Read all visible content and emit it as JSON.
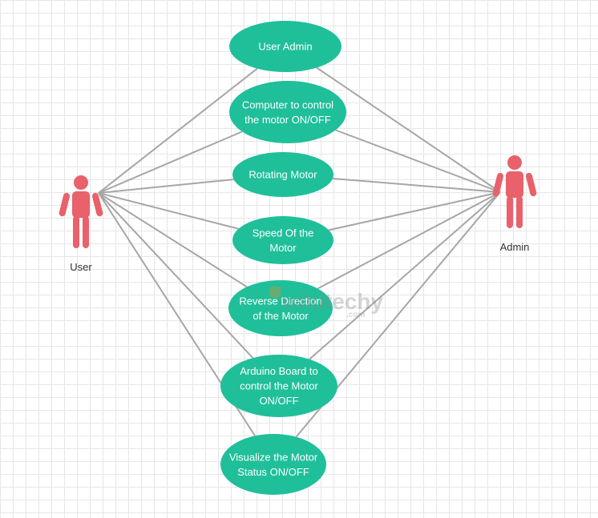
{
  "diagram": {
    "actors": [
      {
        "id": "user",
        "label": "User"
      },
      {
        "id": "admin",
        "label": "Admin"
      }
    ],
    "use_cases": [
      {
        "id": "uc1",
        "lines": [
          "User Admin"
        ]
      },
      {
        "id": "uc2",
        "lines": [
          "Computer to control",
          "the motor ON/OFF"
        ]
      },
      {
        "id": "uc3",
        "lines": [
          "Rotating Motor"
        ]
      },
      {
        "id": "uc4",
        "lines": [
          "Speed Of the",
          "Motor"
        ]
      },
      {
        "id": "uc5",
        "lines": [
          "Reverse Direction",
          "of the Motor"
        ]
      },
      {
        "id": "uc6",
        "lines": [
          "Arduino Board to",
          "control the Motor",
          "ON/OFF"
        ]
      },
      {
        "id": "uc7",
        "lines": [
          "Visualize the Motor",
          "Status ON/OFF"
        ]
      }
    ],
    "associations": [
      {
        "actor": "user",
        "use_case": "uc1"
      },
      {
        "actor": "user",
        "use_case": "uc2"
      },
      {
        "actor": "user",
        "use_case": "uc3"
      },
      {
        "actor": "user",
        "use_case": "uc4"
      },
      {
        "actor": "user",
        "use_case": "uc5"
      },
      {
        "actor": "user",
        "use_case": "uc6"
      },
      {
        "actor": "user",
        "use_case": "uc7"
      },
      {
        "actor": "admin",
        "use_case": "uc1"
      },
      {
        "actor": "admin",
        "use_case": "uc2"
      },
      {
        "actor": "admin",
        "use_case": "uc3"
      },
      {
        "actor": "admin",
        "use_case": "uc4"
      },
      {
        "actor": "admin",
        "use_case": "uc5"
      },
      {
        "actor": "admin",
        "use_case": "uc6"
      },
      {
        "actor": "admin",
        "use_case": "uc7"
      }
    ]
  },
  "watermark": {
    "brand": "wikitechy",
    "suffix": ".com"
  },
  "colors": {
    "use_case_fill": "#1fbf9a",
    "actor_fill": "#e8616b",
    "line": "#a6a6a6",
    "use_case_text": "#ffffff",
    "label_text": "#333333"
  }
}
